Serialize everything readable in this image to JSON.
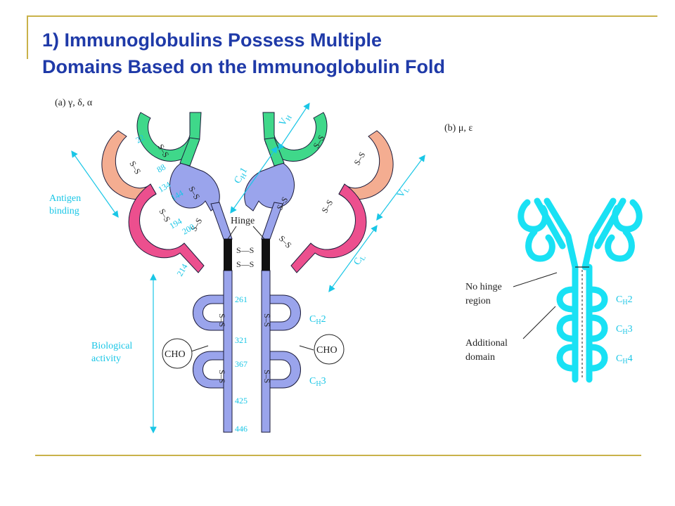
{
  "slide": {
    "title_line1": "1) Immunoglobulins Possess Multiple",
    "title_line2": "Domains Based on the Immunoglobulin Fold"
  },
  "panel_a": {
    "label": "(a) γ, δ, α",
    "antigen_binding": [
      "Antigen",
      "binding"
    ],
    "biological_activity": [
      "Biological",
      "activity"
    ],
    "hinge": "Hinge",
    "cho_left": "CHO",
    "cho_right": "CHO",
    "vh": "V",
    "vh_sub": "H",
    "vl": "V",
    "vl_sub": "L",
    "cl": "C",
    "cl_sub": "L",
    "ch1": "C",
    "ch1_sub": "H",
    "ch1_num": "1",
    "ch2": "C",
    "ch2_sub": "H",
    "ch2_num": "2",
    "ch3": "C",
    "ch3_sub": "H",
    "ch3_num": "3",
    "residues_left": [
      "22",
      "88",
      "134",
      "144",
      "194",
      "200",
      "214"
    ],
    "residues_heavy": [
      "261",
      "321",
      "367",
      "425",
      "446"
    ],
    "disulfide": "S—S"
  },
  "panel_b": {
    "label": "(b) μ, ε",
    "no_hinge": [
      "No hinge",
      "region"
    ],
    "additional": [
      "Additional",
      "domain"
    ],
    "ch2": "C",
    "ch2_sub": "H",
    "ch2_num": "2",
    "ch3": "C",
    "ch3_sub": "H",
    "ch3_num": "3",
    "ch4": "C",
    "ch4_sub": "H",
    "ch4_num": "4"
  },
  "colors": {
    "vh": "#3fd88a",
    "vl": "#f4ad91",
    "cl": "#ec4f8e",
    "heavy_constant": "#9aa4ec",
    "hinge_black": "#111111",
    "outline": "#1b1b3a",
    "annotation": "#19c6e6",
    "panel_b": "#19e1f4",
    "title": "#1f3aa8",
    "rule": "#c9b24a"
  }
}
